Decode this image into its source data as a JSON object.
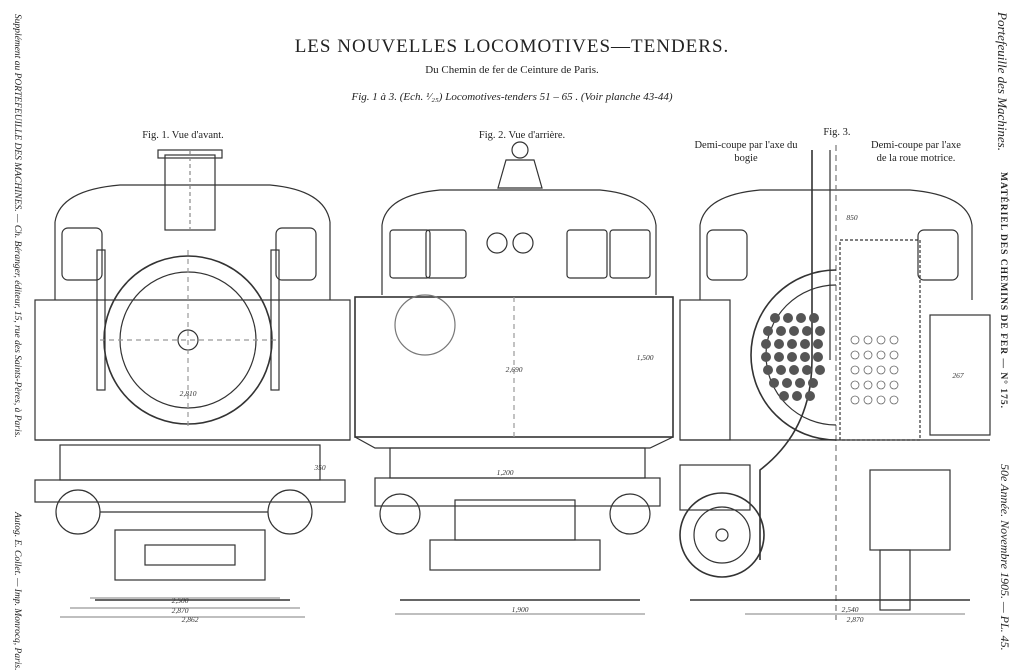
{
  "header": {
    "title": "LES NOUVELLES LOCOMOTIVES—TENDERS.",
    "subtitle": "Du Chemin de fer de Ceinture de Paris.",
    "fig_ref": "Fig. 1 à 3. (Ech. ¹⁄₂₅) Locomotives-tenders 51 – 65 . (Voir planche 43-44)"
  },
  "figures": {
    "fig1": "Fig. 1. Vue d'avant.",
    "fig2": "Fig. 2. Vue d'arrière.",
    "fig3": "Fig. 3.",
    "fig3_left": "Demi-coupe par l'axe du bogie",
    "fig3_right": "Demi-coupe par l'axe de la roue motrice."
  },
  "margins": {
    "left_top": "Supplément au PORTEFEUILLE DES MACHINES. — Ch. Béranger, éditeur, 15, rue des Saints-Pères, à Paris.",
    "left_bottom": "Autog. E. Collet. — Imp. Monrocq, Paris.",
    "right_top": "Portefeuille des Machines.",
    "right_mid": "MATÉRIEL DES CHEMINS DE FER — N° 175.",
    "right_bottom": "50e Année. Novembre 1905. — PL. 45."
  },
  "dimensions": {
    "d1": "2,810",
    "d2": "2,870",
    "d3": "2,862",
    "d4": "2,500",
    "d5": "1,500",
    "d6": "2,690",
    "d7": "1,900",
    "d8": "2,540",
    "d9": "2,870",
    "d10": "350",
    "d11": "1,200",
    "d12": "850",
    "d13": "267"
  }
}
